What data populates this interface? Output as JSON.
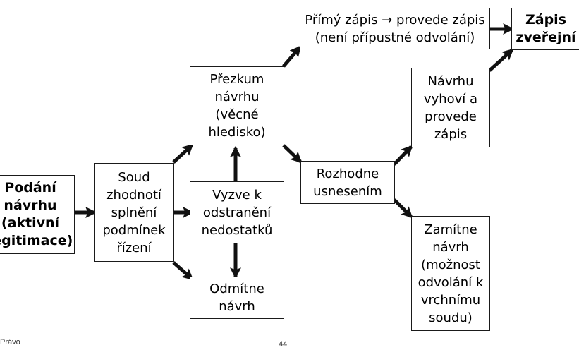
{
  "nodes": {
    "podani": "Podání\nnávrhu\n(aktivní\nlegitimace)",
    "soud": "Soud\nzhodnotí\nsplnění\npodmínek\nřízení",
    "prezkum": "Přezkum\nnávrhu\n(věcné\nhledisko)",
    "vyzve": "Vyzve k\nodstranění\nnedostatků",
    "odmitne": "Odmítne\nnávrh",
    "primy": "Přímý zápis → provede zápis\n(není přípustné odvolání)",
    "rozhodne": "Rozhodne\nusnesením",
    "vyhovi": "Návrhu\nvyhoví a\nprovede\nzápis",
    "zamitne": "Zamítne\nnávrh\n(možnost\nodvolání k\nvrchnímu\nsoudu)",
    "zapis": "Zápis\nzveřejní"
  },
  "footer": {
    "left": "Právo",
    "page": "44"
  }
}
